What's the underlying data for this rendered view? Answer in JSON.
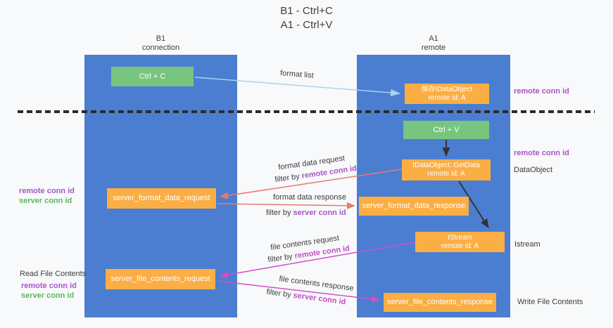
{
  "title": {
    "line1": "B1 - Ctrl+C",
    "line2": "A1 - Ctrl+V"
  },
  "lifelines": {
    "left": {
      "name": "B1",
      "role": "connection"
    },
    "right": {
      "name": "A1",
      "role": "remote"
    }
  },
  "boxes": {
    "ctrl_c": {
      "label": "Ctrl + C"
    },
    "saved_idataobject": {
      "line1": "保存IDataObject",
      "line2": "remote id: A"
    },
    "ctrl_v": {
      "label": "Ctrl + V"
    },
    "idataobject_getdata": {
      "line1": "IDataObject::GetData",
      "line2": "remote id: A"
    },
    "server_format_data_request": {
      "label": "server_format_data_request"
    },
    "server_format_data_response": {
      "label": "server_format_data_response"
    },
    "istream": {
      "line1": "IStream",
      "line2": "remote id: A"
    },
    "server_file_contents_request": {
      "label": "server_file_contents_request"
    },
    "server_file_contents_response": {
      "label": "server_file_contents_response"
    }
  },
  "flow_labels": {
    "format_list": "format list",
    "format_data_request": "format data request",
    "filter_format_request": {
      "prefix": "filter by ",
      "value": "remote conn id"
    },
    "format_data_response": "format data response",
    "filter_format_response": {
      "prefix": "filter by ",
      "value": "server conn id"
    },
    "file_contents_request": "file contents request",
    "filter_file_request": {
      "prefix": "filter by ",
      "value": "remote conn id"
    },
    "file_contents_response": "file contents response",
    "filter_file_response": {
      "prefix": "filter by ",
      "value": "server conn id"
    }
  },
  "side_labels": {
    "right_remote_conn_id_top": "remote conn id",
    "right_remote_conn_id_mid": "remote conn id",
    "dataobject": "DataObject",
    "istream": "Istream",
    "write_file_contents": "Write File Contents",
    "left_remote_conn_id_1": "remote conn id",
    "left_server_conn_id_1": "server conn id",
    "read_file_contents": "Read File Contents",
    "left_remote_conn_id_2": "remote conn id",
    "left_server_conn_id_2": "server conn id"
  },
  "colors": {
    "lifeline_blue": "#4b7ed1",
    "action_green": "#77c57f",
    "message_orange": "#fbae44",
    "arrow_light_blue": "#a9d3f0",
    "arrow_red": "#e87970",
    "arrow_magenta": "#cf4fc7",
    "arrow_black": "#333333",
    "label_purple": "#a855c8",
    "label_green": "#5cb85c",
    "divider_black": "#2b2b2b"
  }
}
